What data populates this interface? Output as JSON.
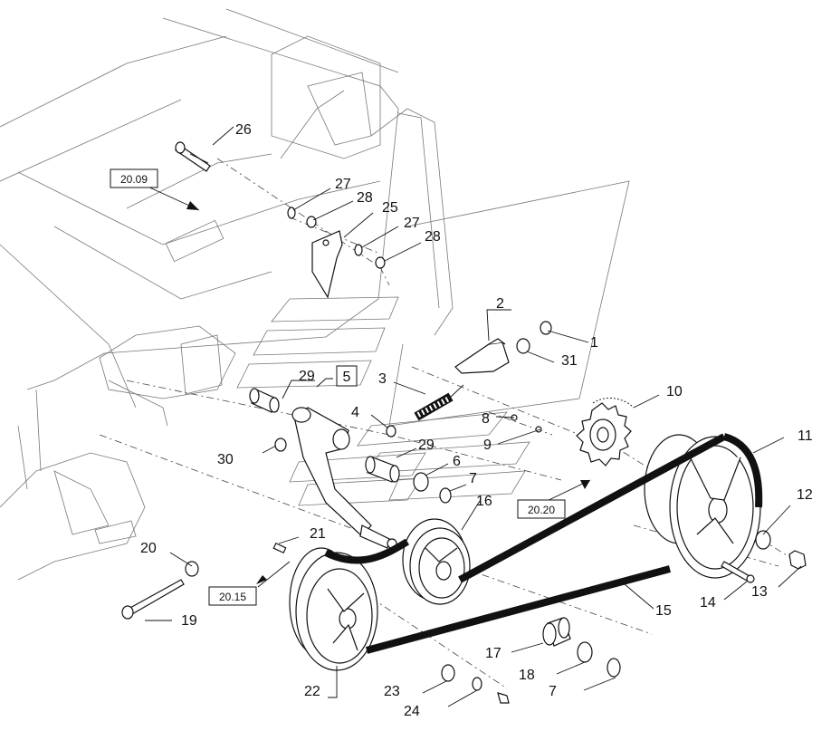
{
  "callouts": {
    "c1": "1",
    "c2": "2",
    "c3": "3",
    "c4": "4",
    "c5": "5",
    "c6": "6",
    "c7a": "7",
    "c7b": "7",
    "c8": "8",
    "c9": "9",
    "c10": "10",
    "c11": "11",
    "c12": "12",
    "c13": "13",
    "c14": "14",
    "c15": "15",
    "c16": "16",
    "c17": "17",
    "c18": "18",
    "c19": "19",
    "c20": "20",
    "c21": "21",
    "c22": "22",
    "c23": "23",
    "c24": "24",
    "c25": "25",
    "c26": "26",
    "c27a": "27",
    "c27b": "27",
    "c28a": "28",
    "c28b": "28",
    "c29a": "29",
    "c29b": "29",
    "c30": "30",
    "c31": "31"
  },
  "references": {
    "r2009": "20.09",
    "r2015": "20.15",
    "r2020": "20.20"
  }
}
